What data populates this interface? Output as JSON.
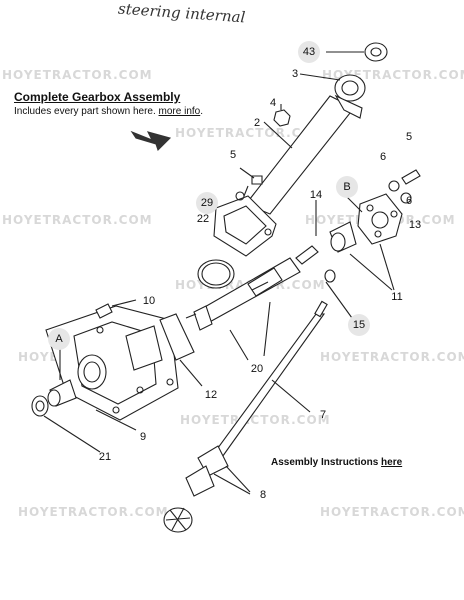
{
  "header_note": "steering internal",
  "heading": {
    "title": "Complete Gearbox Assembly",
    "subtitle_prefix": "Includes every part shown here.",
    "more_info_link": "more info",
    "subtitle_suffix": "."
  },
  "instructions": {
    "prefix": "Assembly Instructions",
    "link": "here"
  },
  "watermark": "HOYETRACTOR.COM",
  "callouts": {
    "n43": "43",
    "n3": "3",
    "n4": "4",
    "n2": "2",
    "n5a": "5",
    "n5b": "5",
    "n6": "6",
    "nB": "B",
    "n14": "14",
    "n29": "29",
    "n22": "22",
    "n13": "13",
    "n6b": "6",
    "n11": "11",
    "n10": "10",
    "n15": "15",
    "nA": "A",
    "n20": "20",
    "n12": "12",
    "n7": "7",
    "n9": "9",
    "n21": "21",
    "n8": "8"
  }
}
